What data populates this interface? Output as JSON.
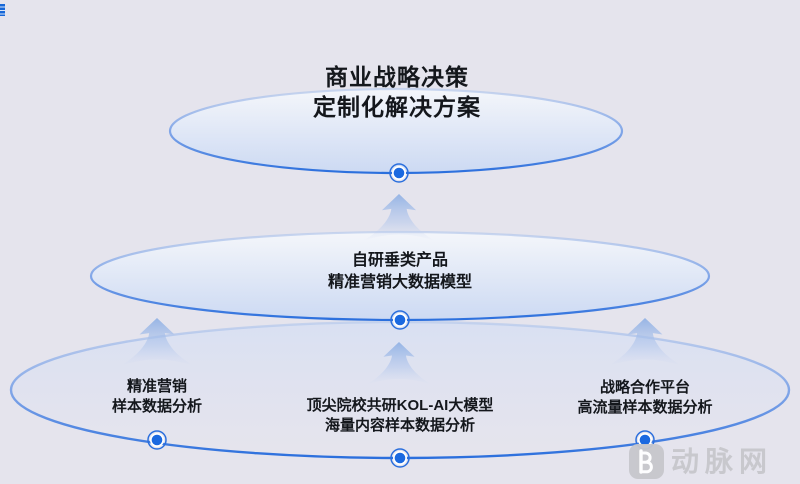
{
  "diagram_type": "three-tier funnel / pyramid of stacked ellipses with upward arrows",
  "pyramid": {
    "levels": [
      {
        "id": "top",
        "lines": [
          "商业战略决策",
          "定制化解决方案"
        ]
      },
      {
        "id": "middle",
        "lines": [
          "自研垂类产品",
          "精准营销大数据模型"
        ]
      },
      {
        "id": "bottom",
        "items": [
          {
            "lines": [
              "精准营销",
              "样本数据分析"
            ]
          },
          {
            "lines": [
              "顶尖院校共研KOL-AI大模型",
              "海量内容样本数据分析"
            ]
          },
          {
            "lines": [
              "战略合作平台",
              "高流量样本数据分析"
            ]
          }
        ]
      }
    ]
  },
  "icons": {
    "up_arrow": "up-arrow-flare-icon",
    "node_dot": "connector-dot-icon",
    "watermark_logo": "vcbeat-logo-icon",
    "corner_mark": "clipped-blue-glyph"
  },
  "watermark": {
    "text": "动脉网"
  },
  "colors": {
    "background": "#e5e4ed",
    "accent_blue": "#2b6fdd",
    "edge_light_blue": "#b9cbec",
    "dot_blue": "#1b69e0",
    "arrow_blue": "#8fb0e4",
    "text_black": "#14171c",
    "watermark_gray": "#c7c7cc"
  }
}
